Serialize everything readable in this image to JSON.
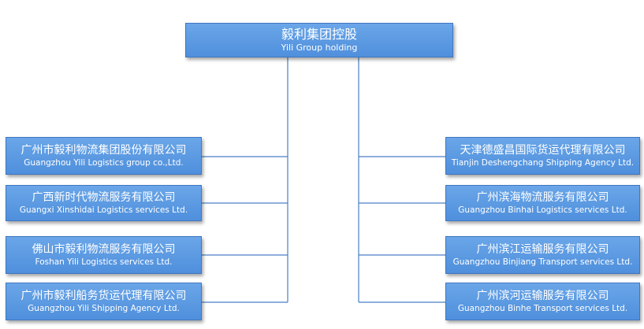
{
  "root": {
    "zh": "毅利集团控股",
    "en": "Yili Group holding"
  },
  "left": [
    {
      "zh": "广州市毅利物流集团股份有限公司",
      "en": "Guangzhou Yili Logistics group co.,Ltd."
    },
    {
      "zh": "广西新时代物流服务有限公司",
      "en": "Guangxi Xinshidai Logistics services Ltd."
    },
    {
      "zh": "佛山市毅利物流服务有限公司",
      "en": "Foshan Yili Logistics services Ltd."
    },
    {
      "zh": "广州市毅利船务货运代理有限公司",
      "en": "Guangzhou Yili Shipping Agency Ltd."
    }
  ],
  "right": [
    {
      "zh": "天津德盛昌国际货运代理有限公司",
      "en": "Tianjin Deshengchang Shipping Agency Ltd."
    },
    {
      "zh": "广州滨海物流服务有限公司",
      "en": "Guangzhou Binhai Logistics services Ltd."
    },
    {
      "zh": "广州滨江运输服务有限公司",
      "en": "Guangzhou Binjiang Transport services Ltd."
    },
    {
      "zh": "广州滨河运输服务有限公司",
      "en": "Guangzhou Binhe Transport services Ltd."
    }
  ]
}
